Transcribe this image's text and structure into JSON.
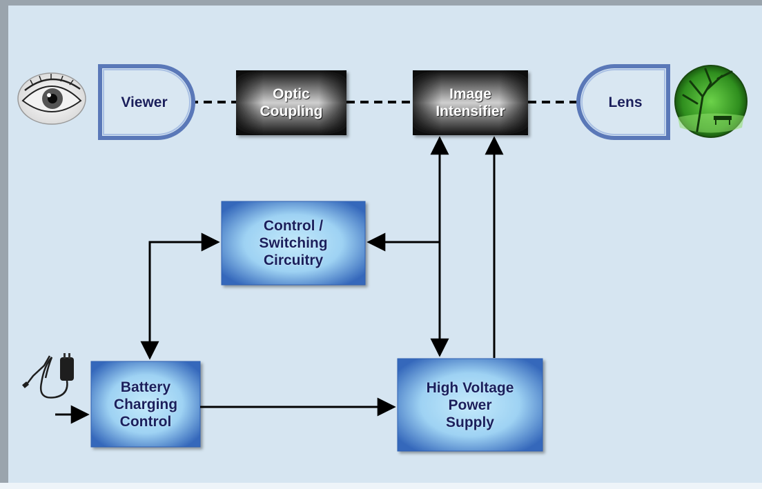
{
  "colors": {
    "background": "#d6e5f1",
    "frame": "#9aa4ad",
    "dark_box_edge": "#000000",
    "dark_box_mid": "#c0c0c0",
    "blue_box_center": "#b8e2f8",
    "blue_box_edge": "#2f5fb2",
    "label_blue": "#1a1f5c",
    "connector": "#000000",
    "lens_outline": "#5a78b8"
  },
  "blocks": {
    "viewer": "Viewer",
    "optic_coupling": "Optic\nCoupling",
    "image_intensifier": "Image\nIntensifier",
    "lens": "Lens",
    "control_switching": "Control /\nSwitching\nCircuitry",
    "battery_charging": "Battery\nCharging\nControl",
    "high_voltage": "High Voltage\nPower\nSupply"
  },
  "icons": {
    "eye": "eye-icon",
    "night_vision_scene": "night-vision-view-icon",
    "charger": "wall-charger-icon"
  }
}
